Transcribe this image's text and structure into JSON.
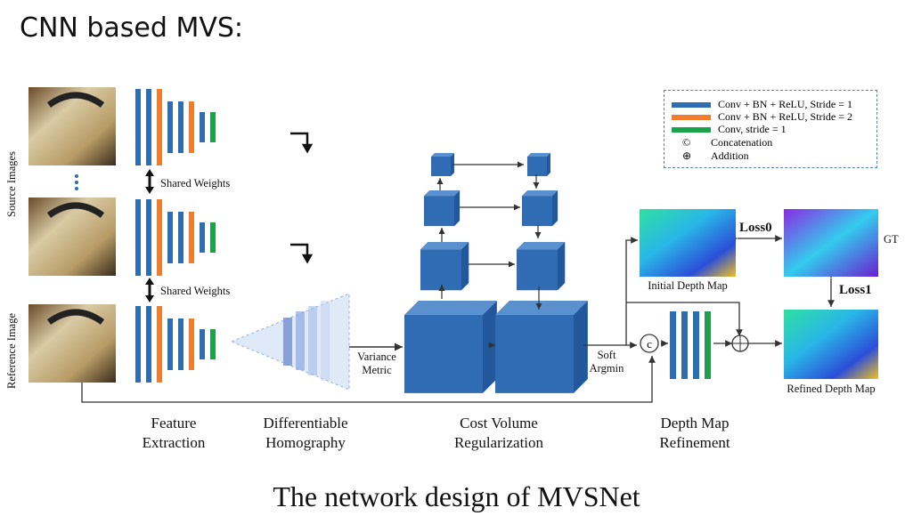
{
  "title": "CNN based MVS:",
  "caption": "The network design of MVSNet",
  "side_labels": {
    "source": "Source Images",
    "reference": "Reference Image"
  },
  "shared_weights": "Shared Weights",
  "stages": {
    "feature_extraction": [
      "Feature",
      "Extraction"
    ],
    "homography": [
      "Differentiable",
      "Homography"
    ],
    "regularization": [
      "Cost Volume",
      "Regularization"
    ],
    "refinement": [
      "Depth Map",
      "Refinement"
    ]
  },
  "variance_metric": [
    "Variance",
    "Metric"
  ],
  "soft_argmin": [
    "Soft",
    "Argmin"
  ],
  "legend": [
    {
      "label": "Conv + BN + ReLU, Stride = 1",
      "color": "#2e6db0"
    },
    {
      "label": "Conv + BN + ReLU, Stride = 2",
      "color": "#f07d2e"
    },
    {
      "label": "Conv, stride = 1",
      "color": "#1aa34a"
    },
    {
      "label": "Concatenation",
      "symbol": "©"
    },
    {
      "label": "Addition",
      "symbol": "⊕"
    }
  ],
  "depth_maps": {
    "initial": "Initial Depth Map",
    "refined": "Refined Depth Map",
    "gt": "GT"
  },
  "losses": {
    "loss0": "Loss0",
    "loss1": "Loss1"
  },
  "colors": {
    "blue": "#2e6db0",
    "orange": "#f07d2e",
    "green": "#1aa34a",
    "cube": "#2f6cb3"
  }
}
